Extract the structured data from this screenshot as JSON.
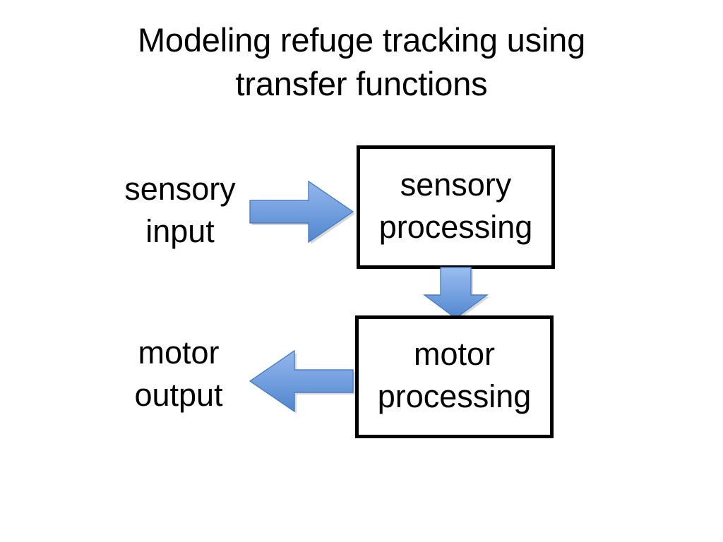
{
  "slide": {
    "title": "Modeling refuge tracking using\ntransfer functions",
    "background_color": "#ffffff",
    "text_color": "#000000"
  },
  "diagram": {
    "type": "flow-diagram",
    "boxes": [
      {
        "id": "sensory-processing",
        "label": "sensory\nprocessing",
        "border_color": "#000000",
        "fill_color": "#ffffff"
      },
      {
        "id": "motor-processing",
        "label": "motor\nprocessing",
        "border_color": "#000000",
        "fill_color": "#ffffff"
      }
    ],
    "labels": [
      {
        "id": "sensory-input",
        "text": "sensory\ninput"
      },
      {
        "id": "motor-output",
        "text": "motor\noutput"
      }
    ],
    "arrows": [
      {
        "id": "sensory-input-arrow",
        "direction": "right",
        "from": "sensory input",
        "to": "sensory processing",
        "gradient_top": "#95B7EC",
        "gradient_bottom": "#5186CE",
        "stroke": "#4A7FC4"
      },
      {
        "id": "sensory-to-motor-arrow",
        "direction": "down",
        "from": "sensory processing",
        "to": "motor processing",
        "gradient_top": "#95B7EC",
        "gradient_bottom": "#5186CE",
        "stroke": "#4A7FC4"
      },
      {
        "id": "motor-output-arrow",
        "direction": "left",
        "from": "motor processing",
        "to": "motor output",
        "gradient_top": "#95B7EC",
        "gradient_bottom": "#5186CE",
        "stroke": "#4A7FC4"
      }
    ]
  }
}
